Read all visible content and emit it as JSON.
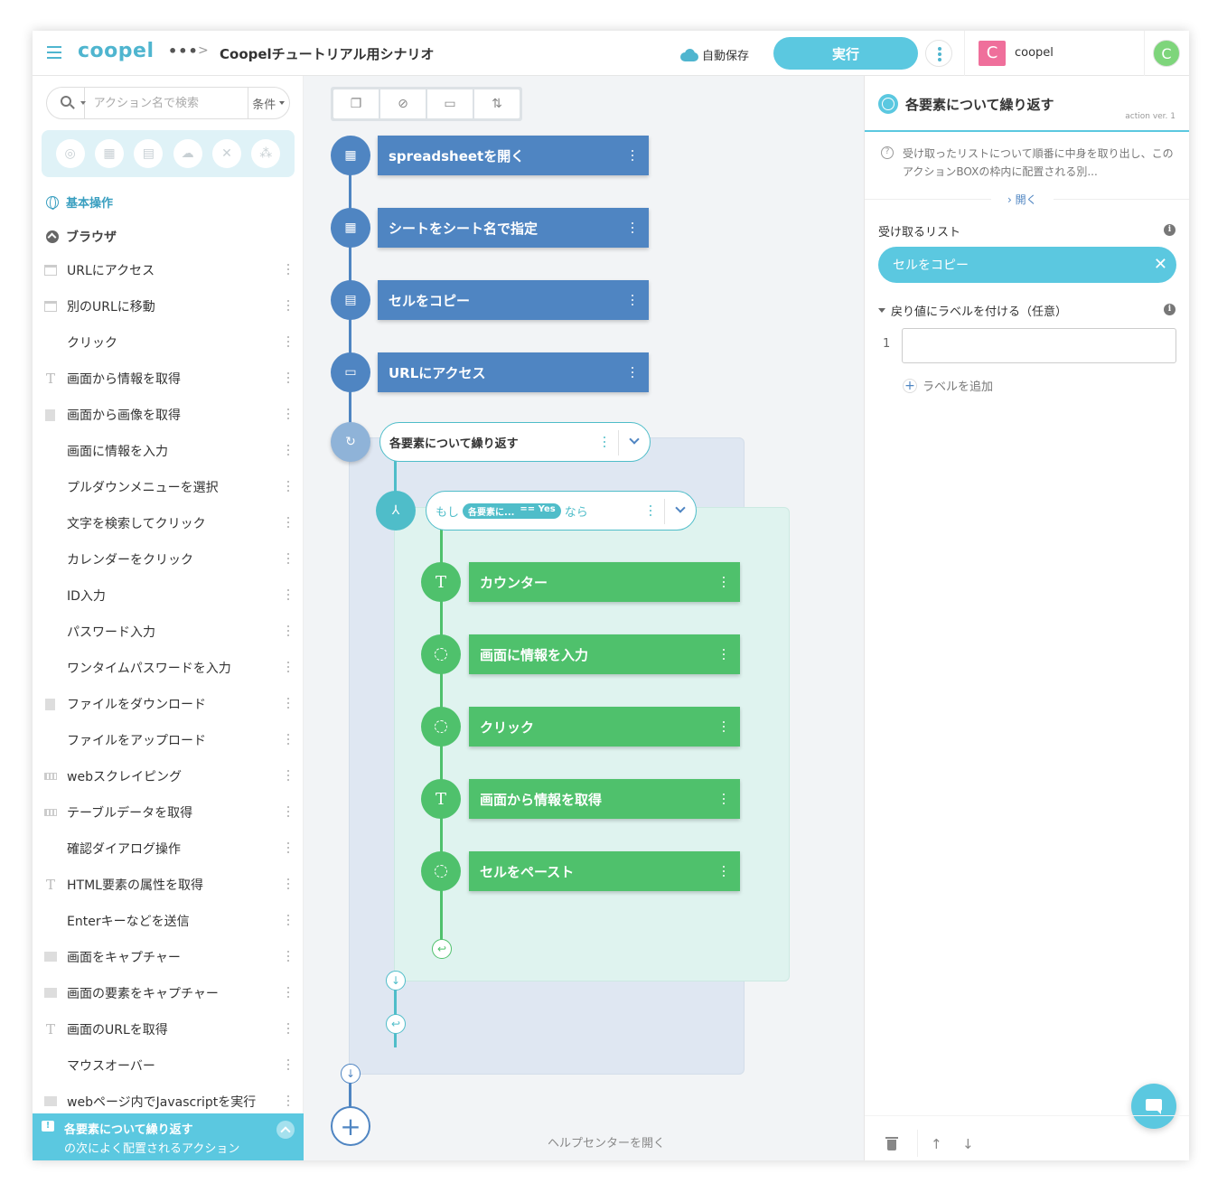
{
  "header": {
    "logo": "coopel",
    "more": "•••",
    "breadcrumb_sep": ">",
    "scenario_title": "Coopelチュートリアル用シナリオ",
    "autosave": "自動保存",
    "run_label": "実行",
    "user_initial": "C",
    "user_name": "coopel",
    "account_initial": "C"
  },
  "sidebar": {
    "search_placeholder": "アクション名で検索",
    "condition_label": "条件",
    "category_icons": [
      "globe-icon",
      "excel-icon",
      "document-icon",
      "cloud-icon",
      "tools-icon",
      "boxes-icon"
    ],
    "section_basic": "基本操作",
    "section_browser": "ブラウザ",
    "items": [
      {
        "label": "URLにアクセス",
        "icon": "window-icon"
      },
      {
        "label": "別のURLに移動",
        "icon": "window-icon"
      },
      {
        "label": "クリック",
        "icon": "dashed-circle-icon"
      },
      {
        "label": "画面から情報を取得",
        "icon": "text-icon"
      },
      {
        "label": "画面から画像を取得",
        "icon": "document-icon"
      },
      {
        "label": "画面に情報を入力",
        "icon": "dashed-circle-icon"
      },
      {
        "label": "プルダウンメニューを選択",
        "icon": "dashed-circle-icon"
      },
      {
        "label": "文字を検索してクリック",
        "icon": "dashed-circle-icon"
      },
      {
        "label": "カレンダーをクリック",
        "icon": "dashed-circle-icon"
      },
      {
        "label": "ID入力",
        "icon": "dashed-circle-icon"
      },
      {
        "label": "パスワード入力",
        "icon": "dashed-circle-icon"
      },
      {
        "label": "ワンタイムパスワードを入力",
        "icon": "dashed-circle-icon"
      },
      {
        "label": "ファイルをダウンロード",
        "icon": "document-icon"
      },
      {
        "label": "ファイルをアップロード",
        "icon": "dashed-circle-icon"
      },
      {
        "label": "webスクレイピング",
        "icon": "table-icon"
      },
      {
        "label": "テーブルデータを取得",
        "icon": "table-icon"
      },
      {
        "label": "確認ダイアログ操作",
        "icon": "dashed-circle-icon"
      },
      {
        "label": "HTML要素の属性を取得",
        "icon": "text-icon"
      },
      {
        "label": "Enterキーなどを送信",
        "icon": "dashed-circle-icon"
      },
      {
        "label": "画面をキャプチャー",
        "icon": "image-icon"
      },
      {
        "label": "画面の要素をキャプチャー",
        "icon": "image-icon"
      },
      {
        "label": "画面のURLを取得",
        "icon": "text-icon"
      },
      {
        "label": "マウスオーバー",
        "icon": "dashed-circle-icon"
      },
      {
        "label": "webページ内でJavascriptを実行",
        "icon": "script-icon"
      }
    ],
    "next_banner": {
      "title": "各要素について繰り返す",
      "subtitle": "の次によく配置されるアクション"
    }
  },
  "canvas": {
    "toolbar_icons": [
      "copy-icon",
      "hide-icon",
      "comment-icon",
      "collapse-icon"
    ],
    "actions": [
      {
        "label": "spreadsheetを開く",
        "icon": "spreadsheet-icon"
      },
      {
        "label": "シートをシート名で指定",
        "icon": "spreadsheet-icon"
      },
      {
        "label": "セルをコピー",
        "icon": "cells-icon"
      },
      {
        "label": "URLにアクセス",
        "icon": "window-icon"
      }
    ],
    "loop": {
      "label": "各要素について繰り返す"
    },
    "if": {
      "prefix": "もし",
      "pill_left": "各要素に...",
      "pill_op": "== Yes",
      "suffix": "なら"
    },
    "inner_actions": [
      {
        "label": "カウンター",
        "icon": "text-icon"
      },
      {
        "label": "画面に情報を入力",
        "icon": "dashed-circle-icon"
      },
      {
        "label": "クリック",
        "icon": "dashed-circle-icon"
      },
      {
        "label": "画面から情報を取得",
        "icon": "text-icon"
      },
      {
        "label": "セルをペースト",
        "icon": "dashed-circle-icon"
      }
    ],
    "add_label": "+",
    "help_center": "ヘルプセンターを開く"
  },
  "panel": {
    "title": "各要素について繰り返す",
    "version": "action ver. 1",
    "description": "受け取ったリストについて順番に中身を取り出し、このアクションBOXの枠内に配置される別...",
    "open_label": "開く",
    "receive_list_label": "受け取るリスト",
    "chip_label": "セルをコピー",
    "return_label_title": "戻り値にラベルを付ける（任意）",
    "row_number": "1",
    "input_value": "",
    "add_label": "ラベルを追加"
  },
  "colors": {
    "accent": "#5bc8e0",
    "flow_blue": "#4f85c2",
    "flow_green": "#4fc16c",
    "teal": "#4fbdc9"
  }
}
